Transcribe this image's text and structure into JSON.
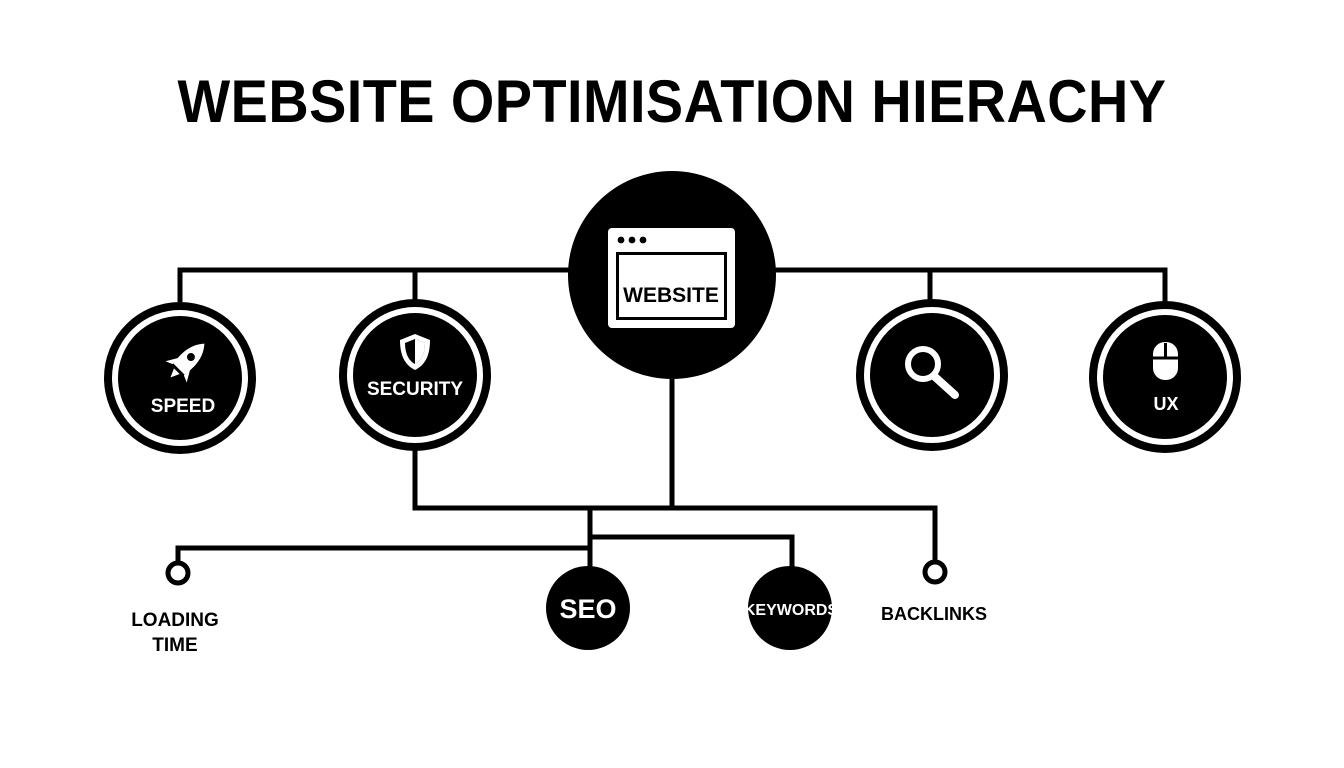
{
  "title": "WEBSITE OPTIMISATION HIERACHY",
  "colors": {
    "ink": "#000000",
    "paper": "#ffffff"
  },
  "nodes": {
    "website": {
      "label": "WEBSITE",
      "icon": "browser-window-icon"
    },
    "speed": {
      "label": "SPEED",
      "icon": "rocket-icon"
    },
    "security": {
      "label": "SECURITY",
      "icon": "shield-icon"
    },
    "search": {
      "label": "",
      "icon": "magnifier-icon"
    },
    "ux": {
      "label": "UX",
      "icon": "mouse-icon"
    },
    "loading_time": {
      "label_line1": "LOADING",
      "label_line2": "TIME"
    },
    "seo": {
      "label": "SEO"
    },
    "keywords": {
      "label": "KEYWORDS"
    },
    "backlinks": {
      "label": "BACKLINKS"
    }
  }
}
